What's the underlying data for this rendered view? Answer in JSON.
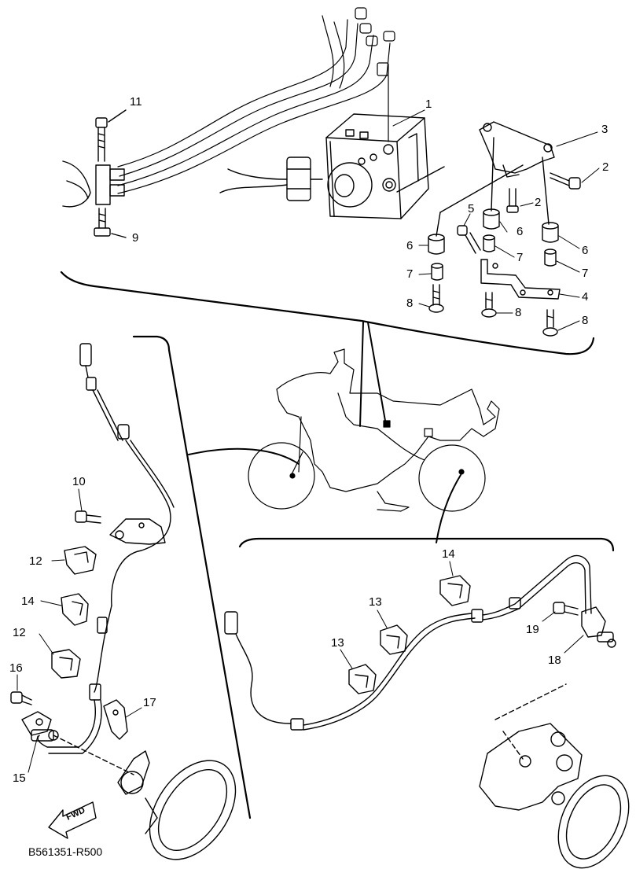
{
  "diagram": {
    "code": "B561351-R500",
    "fwd_label": "FWD",
    "callouts": [
      {
        "id": "c-11-top",
        "text": "11"
      },
      {
        "id": "c-1",
        "text": "1"
      },
      {
        "id": "c-3",
        "text": "3"
      },
      {
        "id": "c-2a",
        "text": "2"
      },
      {
        "id": "c-2b",
        "text": "2"
      },
      {
        "id": "c-5",
        "text": "5"
      },
      {
        "id": "c-6a",
        "text": "6"
      },
      {
        "id": "c-6b",
        "text": "6"
      },
      {
        "id": "c-6c",
        "text": "6"
      },
      {
        "id": "c-7a",
        "text": "7"
      },
      {
        "id": "c-7b",
        "text": "7"
      },
      {
        "id": "c-7c",
        "text": "7"
      },
      {
        "id": "c-4",
        "text": "4"
      },
      {
        "id": "c-8a",
        "text": "8"
      },
      {
        "id": "c-8b",
        "text": "8"
      },
      {
        "id": "c-8c",
        "text": "8"
      },
      {
        "id": "c-9",
        "text": "9"
      },
      {
        "id": "c-10",
        "text": "10"
      },
      {
        "id": "c-12a",
        "text": "12"
      },
      {
        "id": "c-14a",
        "text": "14"
      },
      {
        "id": "c-12b",
        "text": "12"
      },
      {
        "id": "c-16",
        "text": "16"
      },
      {
        "id": "c-17",
        "text": "17"
      },
      {
        "id": "c-15",
        "text": "15"
      },
      {
        "id": "c-14b",
        "text": "14"
      },
      {
        "id": "c-13a",
        "text": "13"
      },
      {
        "id": "c-13b",
        "text": "13"
      },
      {
        "id": "c-19",
        "text": "19"
      },
      {
        "id": "c-18",
        "text": "18"
      }
    ]
  }
}
